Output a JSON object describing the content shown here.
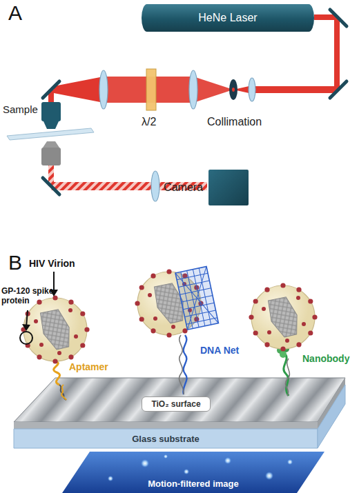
{
  "diagram": {
    "nodes": [
      {
        "text": [
          "HeNe Laser"
        ]
      },
      {
        "text": [
          "Camera"
        ]
      },
      {
        "text": [
          "TiO₂ surface"
        ]
      },
      {
        "text": [
          "Glass substrate"
        ]
      },
      {
        "text": [
          "Motion-filtered image"
        ]
      }
    ],
    "labels": [
      "A",
      "λ/2",
      "Collimation",
      "Sample",
      "B",
      "HIV Virion",
      "GP-120 spike protein",
      "Aptamer",
      "DNA Net",
      "Nanobody"
    ]
  }
}
